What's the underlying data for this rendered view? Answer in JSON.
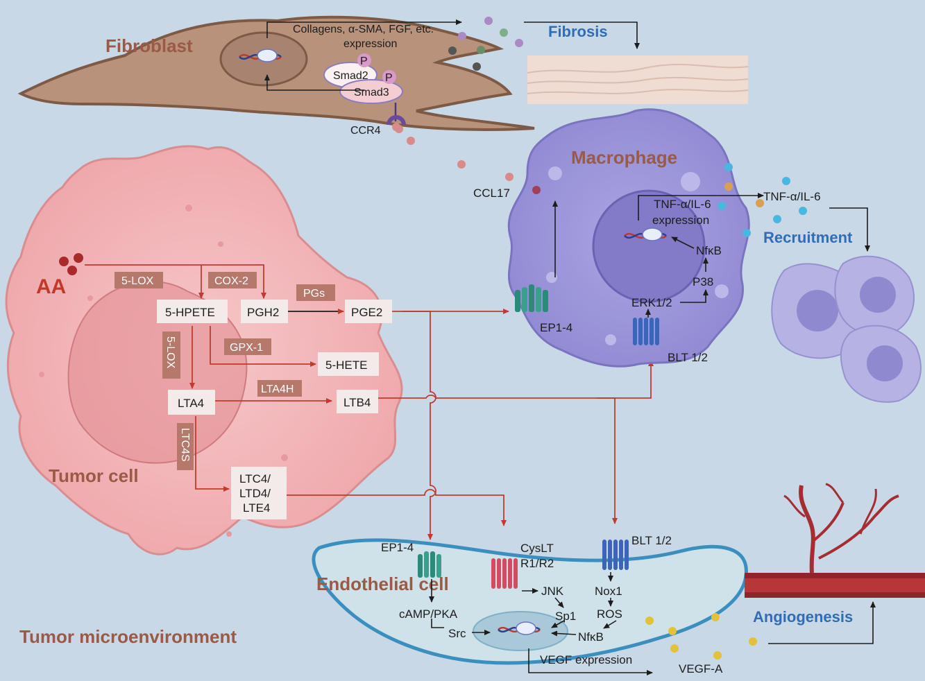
{
  "cells": {
    "fibroblast": "Fibroblast",
    "macrophage": "Macrophage",
    "tumor": "Tumor cell",
    "endothelial": "Endothelial cell",
    "microenvironment": "Tumor microenvironment"
  },
  "outcomes": {
    "fibrosis": "Fibrosis",
    "recruitment": "Recruitment",
    "angiogenesis": "Angiogenesis"
  },
  "fibroblast": {
    "expression_line1": "Collagens, α-SMA, FGF, etc.",
    "expression_line2": "expression",
    "smad2": "Smad2",
    "smad3": "Smad3",
    "phospho": "P",
    "receptor": "CCR4"
  },
  "tumor": {
    "aa": "AA",
    "enzymes": {
      "lox5_a": "5-LOX",
      "cox2": "COX-2",
      "pgs": "PGs",
      "gpx1": "GPX-1",
      "lox5_b": "5-LOX",
      "lta4h": "LTA4H",
      "ltc4s": "LTC4S"
    },
    "metabolites": {
      "hpete": "5-HPETE",
      "pgh2": "PGH2",
      "pge2": "PGE2",
      "hete": "5-HETE",
      "lta4": "LTA4",
      "ltb4": "LTB4",
      "ltc4_1": "LTC4/",
      "ltc4_2": "LTD4/",
      "ltc4_3": "LTE4"
    }
  },
  "macrophage": {
    "ccl17": "CCL17",
    "ep": "EP1-4",
    "blt": "BLT 1/2",
    "erk": "ERK1/2",
    "p38": "P38",
    "nfkb": "NfκB",
    "expr_line1": "TNF-α/IL-6",
    "expr_line2": "expression",
    "secreted": "TNF-α/IL-6"
  },
  "endothelial": {
    "ep": "EP1-4",
    "cyslt_line1": "CysLT",
    "cyslt_line2": "R1/R2",
    "blt": "BLT 1/2",
    "camp": "cAMP/PKA",
    "src": "Src",
    "jnk": "JNK",
    "sp1": "Sp1",
    "nox1": "Nox1",
    "ros": "ROS",
    "nfkb": "NfκB",
    "vegf_expr": "VEGF expression",
    "vegfa": "VEGF-A"
  },
  "colors": {
    "background": "#c9d8e6",
    "fibroblast": "#b9927c",
    "tumor": "#f2b3b6",
    "macrophage": "#9b95d8",
    "endothelial": "#cfe2ea",
    "pathway_arrow": "#c23a2e",
    "enzyme_box": "#b5786a",
    "outcome_text": "#2f6db5",
    "cell_title": "#9a5a45"
  }
}
